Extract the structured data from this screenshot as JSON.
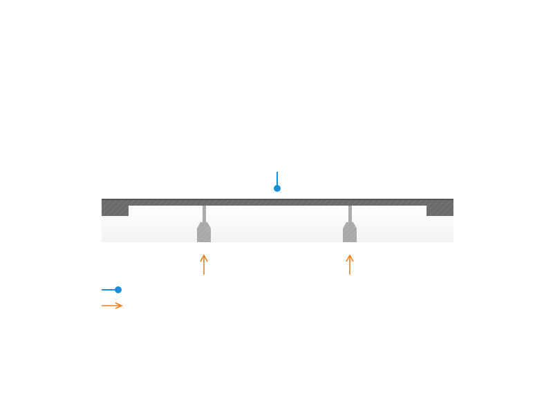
{
  "diagram": {
    "title": "",
    "structure_color": "#6b6b6b",
    "structure_dark": "#555555",
    "post_color": "#a9a9a9",
    "ground_shade": "#f4f4f4",
    "load_color": "#1a8fd8",
    "reaction_color": "#f07d1a",
    "elements": {
      "beam": "horizontal-beam",
      "left_end_block": "end-block",
      "right_end_block": "end-block",
      "supports": [
        "support-post",
        "support-post"
      ],
      "point_load": "point-load",
      "reactions": [
        "reaction-arrow",
        "reaction-arrow"
      ]
    },
    "legend": [
      {
        "symbol": "point-load-icon",
        "label": ""
      },
      {
        "symbol": "arrow-icon",
        "label": ""
      }
    ]
  }
}
